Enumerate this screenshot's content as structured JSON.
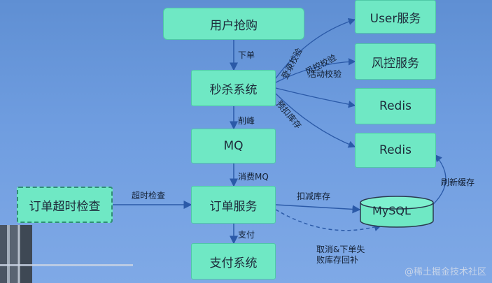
{
  "nodes": {
    "user_buy": "用户抢购",
    "seckill": "秒杀系统",
    "mq": "MQ",
    "order_service": "订单服务",
    "pay_system": "支付系统",
    "order_timeout": "订单超时检查",
    "user_service": "User服务",
    "risk_service": "风控服务",
    "redis_top": "Redis",
    "redis_bottom": "Redis",
    "mysql": "MySQL"
  },
  "edge_labels": {
    "place_order": "下单",
    "peak_shaving": "削峰",
    "consume_mq": "消费MQ",
    "pay": "支付",
    "timeout_check": "超时检查",
    "deduct_stock": "扣减库存",
    "login_check": "登录校验",
    "risk_check": "风控校验",
    "activity_check": "活动校验",
    "pre_deduct_stock": "预扣库存",
    "refresh_cache": "刷新缓存",
    "cancel_restore_line1": "取消&下单失",
    "cancel_restore_line2": "败库存回补"
  },
  "watermark": "@稀土掘金技术社区"
}
